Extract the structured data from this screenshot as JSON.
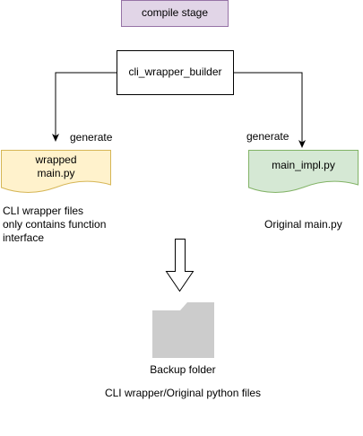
{
  "nodes": {
    "compile_stage": {
      "label": "compile stage",
      "fill": "#E1D5E7",
      "stroke": "#9673A6"
    },
    "builder": {
      "label": "cli_wrapper_builder",
      "fill": "#FFFFFF",
      "stroke": "#000000"
    },
    "wrapped_doc": {
      "label_line1": "wrapped",
      "label_line2": "main.py",
      "fill": "#FFF2CC",
      "stroke": "#D6B656"
    },
    "impl_doc": {
      "label": "main_impl.py",
      "fill": "#D5E8D4",
      "stroke": "#82B366"
    },
    "backup_folder": {
      "label": "Backup folder",
      "fill": "#CCCCCC",
      "icon": "folder-icon"
    }
  },
  "edges": {
    "left_label": "generate",
    "right_label": "generate"
  },
  "notes": {
    "wrapped_line1": "CLI wrapper files",
    "wrapped_line2": "only contains function",
    "wrapped_line3": "interface",
    "impl_note": "Original main.py",
    "backup_note": "CLI wrapper/Original python files"
  }
}
